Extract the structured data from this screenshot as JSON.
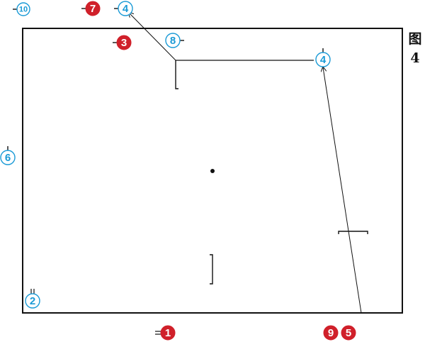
{
  "caption": {
    "line1": "图",
    "line2": "4"
  },
  "colors": {
    "blue": "#1a9ad6",
    "red": "#d0202a",
    "line": "#111111",
    "background": "#ffffff"
  },
  "markers": [
    {
      "id": "m10-top-left",
      "label": "10",
      "style": "blue-outline"
    },
    {
      "id": "m7-top",
      "label": "7",
      "style": "red-filled"
    },
    {
      "id": "m4-top",
      "label": "4",
      "style": "blue-outline"
    },
    {
      "id": "m3",
      "label": "3",
      "style": "red-filled"
    },
    {
      "id": "m8",
      "label": "8",
      "style": "blue-outline"
    },
    {
      "id": "m4-right",
      "label": "4",
      "style": "blue-outline"
    },
    {
      "id": "m6",
      "label": "6",
      "style": "blue-outline"
    },
    {
      "id": "m2",
      "label": "2",
      "style": "blue-outline"
    },
    {
      "id": "m1",
      "label": "1",
      "style": "red-filled"
    },
    {
      "id": "m9",
      "label": "9",
      "style": "red-filled"
    },
    {
      "id": "m5",
      "label": "5",
      "style": "red-filled"
    }
  ]
}
